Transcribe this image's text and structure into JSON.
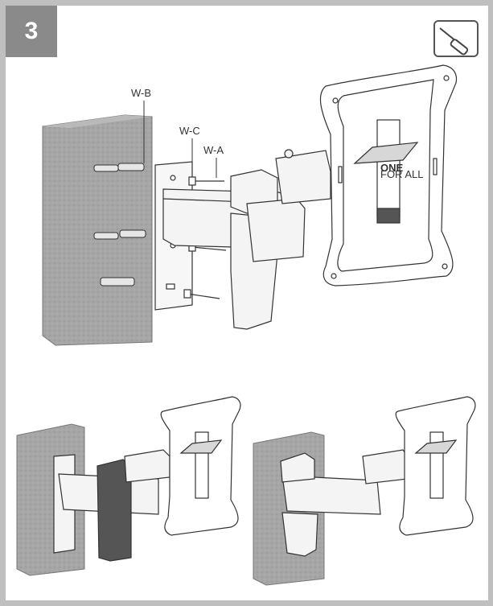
{
  "step": {
    "number": "3"
  },
  "tool": {
    "icon": "screwdriver-icon"
  },
  "labels": {
    "wb": "W-B",
    "wc": "W-C",
    "wa": "W-A"
  },
  "plate_logo": {
    "line1": "ONE",
    "line2": "FOR ALL"
  },
  "colors": {
    "frame": "#bfbfbf",
    "badge": "#8a8a8a",
    "wall": "#a9a9a9",
    "line": "#333333"
  }
}
